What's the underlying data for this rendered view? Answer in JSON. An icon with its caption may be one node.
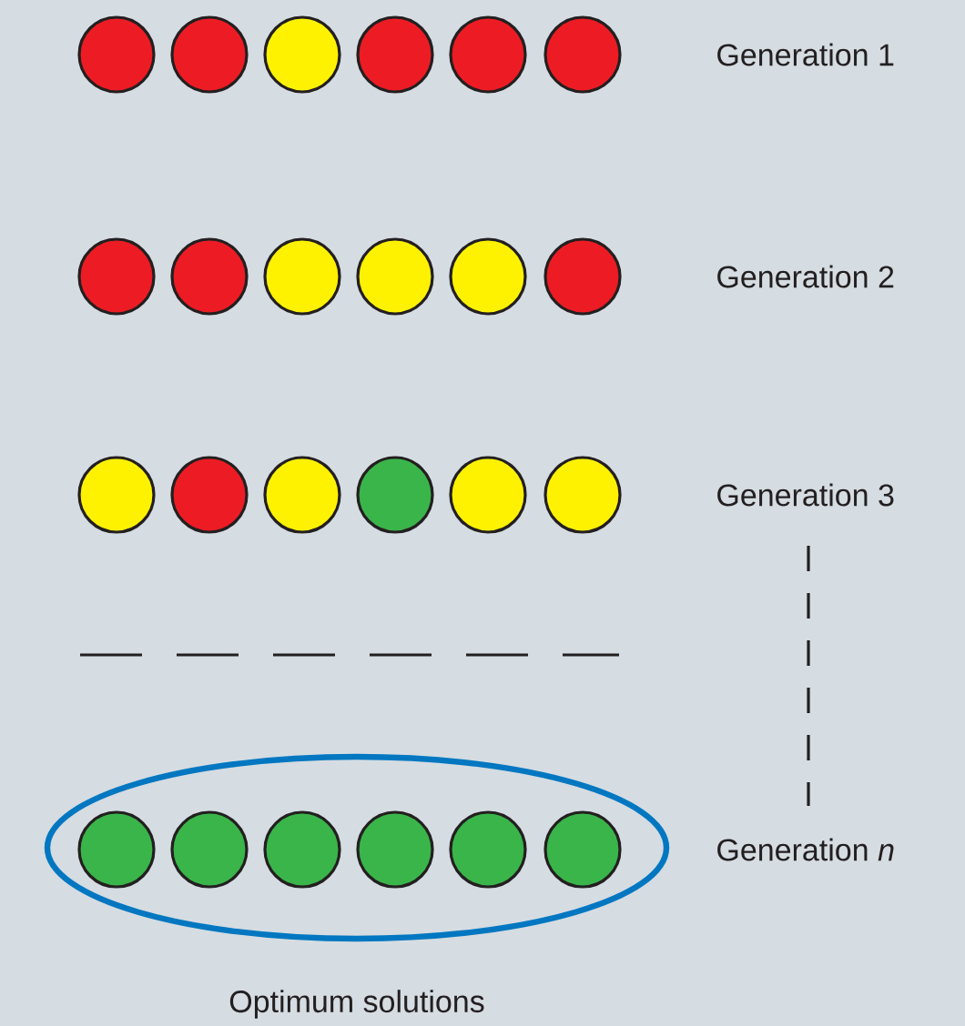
{
  "diagram": {
    "labels": [
      "Generation 1",
      "Generation 2",
      "Generation 3",
      "Generation *n*",
      "Optimum solutions"
    ]
  }
}
